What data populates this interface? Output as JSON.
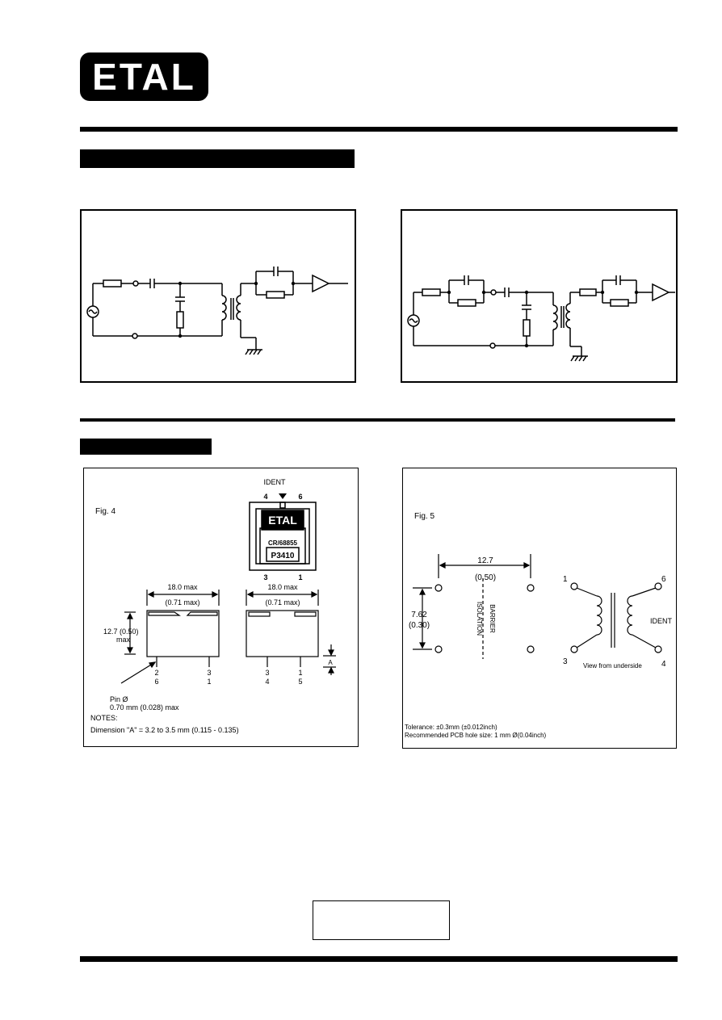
{
  "logo": {
    "text": "ETAL"
  },
  "fig4": {
    "label": "Fig. 4",
    "ident": "IDENT",
    "pins_top": [
      "4",
      "6"
    ],
    "pins_bottom": [
      "3",
      "1"
    ],
    "chip_brand": "ETAL",
    "chip_line2": "CR/68855",
    "chip_part": "P3410",
    "dim_width_side": "18.0 max",
    "dim_width_side_in": "(0.71 max)",
    "dim_width_end": "18.0 max",
    "dim_width_end_in": "(0.71 max)",
    "dim_height": "12.7 (0.50)",
    "dim_height_max": "max",
    "dim_a": "A",
    "side_pins_row1": [
      "2",
      "3"
    ],
    "side_pins_row2": [
      "6",
      "1"
    ],
    "end_pins_row1": [
      "3",
      "1"
    ],
    "end_pins_row2": [
      "4",
      "5"
    ],
    "pin_label": "Pin Ø",
    "pin_dim": "0.70 mm (0.028) max",
    "notes_label": "NOTES:",
    "notes_text": "Dimension \"A\" = 3.2 to 3.5 mm (0.115 - 0.135)"
  },
  "fig5": {
    "label": "Fig. 5",
    "pitch_h": "12.7",
    "pitch_h_in": "(0.50)",
    "pitch_v": "7.62",
    "pitch_v_in": "(0.30)",
    "barrier_1": "ISOLATION",
    "barrier_2": "BARRIER",
    "pin_1": "1",
    "pin_6": "6",
    "pin_3": "3",
    "pin_4": "4",
    "ident": "IDENT",
    "view_note": "View from underside",
    "tolerance": "Tolerance: ±0.3mm (±0.012inch)",
    "recommended": "Recommended PCB hole size: 1 mm Ø(0.04inch)"
  }
}
